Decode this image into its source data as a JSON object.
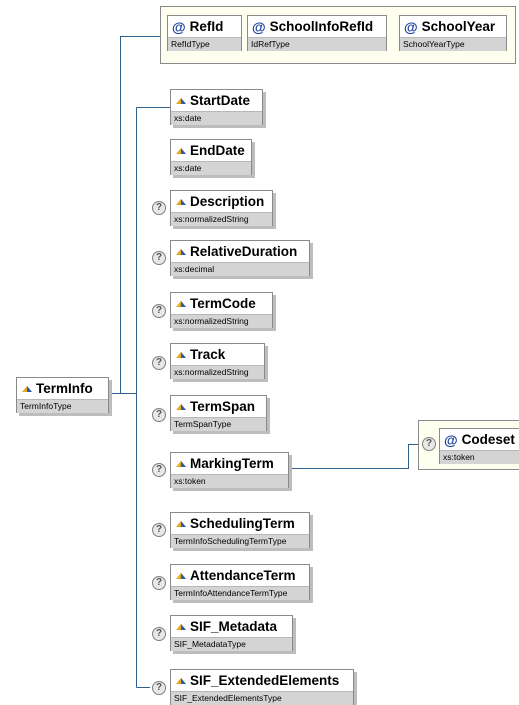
{
  "root": {
    "name": "TermInfo",
    "type": "TermInfoType"
  },
  "attributes": [
    {
      "name": "RefId",
      "type": "RefIdType",
      "icon": "at-icon"
    },
    {
      "name": "SchoolInfoRefId",
      "type": "IdRefType",
      "icon": "at-icon"
    },
    {
      "name": "SchoolYear",
      "type": "SchoolYearType",
      "icon": "at-icon"
    }
  ],
  "elements": [
    {
      "name": "StartDate",
      "type": "xs:date",
      "optional": false
    },
    {
      "name": "EndDate",
      "type": "xs:date",
      "optional": false
    },
    {
      "name": "Description",
      "type": "xs:normalizedString",
      "optional": true
    },
    {
      "name": "RelativeDuration",
      "type": "xs:decimal",
      "optional": true
    },
    {
      "name": "TermCode",
      "type": "xs:normalizedString",
      "optional": true
    },
    {
      "name": "Track",
      "type": "xs:normalizedString",
      "optional": true
    },
    {
      "name": "TermSpan",
      "type": "TermSpanType",
      "optional": true
    },
    {
      "name": "MarkingTerm",
      "type": "xs:token",
      "optional": true
    },
    {
      "name": "SchedulingTerm",
      "type": "TermInfoSchedulingTermType",
      "optional": true
    },
    {
      "name": "AttendanceTerm",
      "type": "TermInfoAttendanceTermType",
      "optional": true
    },
    {
      "name": "SIF_Metadata",
      "type": "SIF_MetadataType",
      "optional": true
    },
    {
      "name": "SIF_ExtendedElements",
      "type": "SIF_ExtendedElementsType",
      "optional": true
    }
  ],
  "marking_attribute": {
    "name": "Codeset",
    "type": "xs:token",
    "optional": true,
    "icon": "at-icon"
  },
  "optional_marker": "?",
  "colors": {
    "line": "#2f5f8f",
    "attr_bg": "#fffff0",
    "type_bg": "#d4d4d4",
    "at_sign": "#1a3f9e"
  }
}
